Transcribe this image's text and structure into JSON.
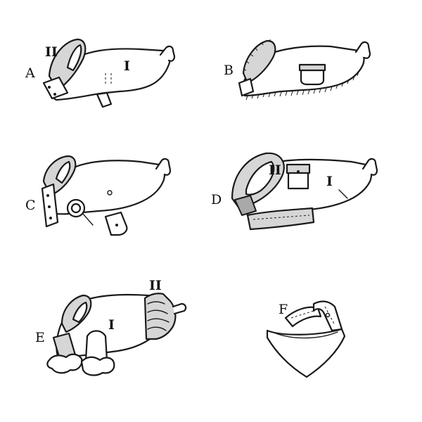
{
  "views": {
    "A": {
      "letter": "A",
      "pieces": [
        "II",
        "I"
      ]
    },
    "B": {
      "letter": "B",
      "pieces": []
    },
    "C": {
      "letter": "C",
      "pieces": []
    },
    "D": {
      "letter": "D",
      "pieces": [
        "II",
        "I"
      ]
    },
    "E": {
      "letter": "E",
      "pieces": [
        "I",
        "II"
      ]
    },
    "F": {
      "letter": "F",
      "pieces": []
    }
  },
  "colors": {
    "ink": "#1a1a1a",
    "paper": "#ffffff",
    "shade": "#d6d6d6"
  }
}
